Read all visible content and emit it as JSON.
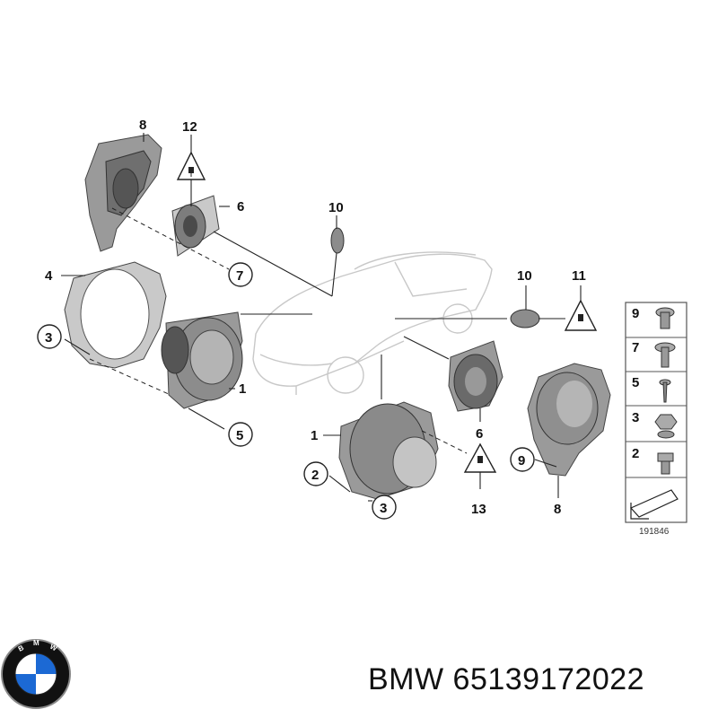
{
  "callouts": {
    "label_8_top": "8",
    "label_12": "12",
    "label_6_top": "6",
    "label_10_top": "10",
    "label_4": "4",
    "label_7_circle": "7",
    "label_3_left": "3",
    "label_1_left": "1",
    "label_5": "5",
    "label_10_right": "10",
    "label_11": "11",
    "label_1_mid": "1",
    "label_2": "2",
    "label_3_mid": "3",
    "label_6_mid": "6",
    "label_13": "13",
    "label_9_circle": "9",
    "label_8_bottom": "8"
  },
  "legend": {
    "items": [
      "9",
      "7",
      "5",
      "3",
      "2"
    ]
  },
  "diagram_ref": "191846",
  "caption": {
    "brand": "BMW",
    "part_number": "65139172022"
  },
  "colors": {
    "part_dark": "#6f6f6f",
    "part_mid": "#9a9a9a",
    "logo_blue": "#1c69d4",
    "logo_ring": "#111111"
  }
}
